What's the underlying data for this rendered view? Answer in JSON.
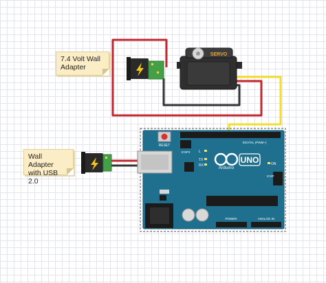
{
  "notes": {
    "volt_adapter": {
      "line1": "7.4 Volt Wall",
      "line2": "Adapter"
    },
    "usb_adapter": {
      "line1": "Wall Adapter",
      "line2": "with USB 2.0"
    }
  },
  "servo": {
    "label": "SERVO"
  },
  "arduino": {
    "logo_text": "Arduino",
    "uno_text": "UNO",
    "reset_label": "RESET",
    "icsp2_label": "ICSP2",
    "icsp_label": "ICSP",
    "tx_label": "TX",
    "rx_label": "RX",
    "l_label": "L",
    "on_label": "ON",
    "digital_label": "DIGITAL (PWM~)",
    "power_label": "POWER",
    "analog_label": "ANALOG IN"
  },
  "colors": {
    "wire_red": "#c1272d",
    "wire_black": "#333333",
    "wire_yellow": "#f2dc2c",
    "board_blue": "#1f6f8e",
    "jack_green": "#43a047"
  },
  "icons": {
    "power_jack": "lightning-bolt-icon"
  }
}
